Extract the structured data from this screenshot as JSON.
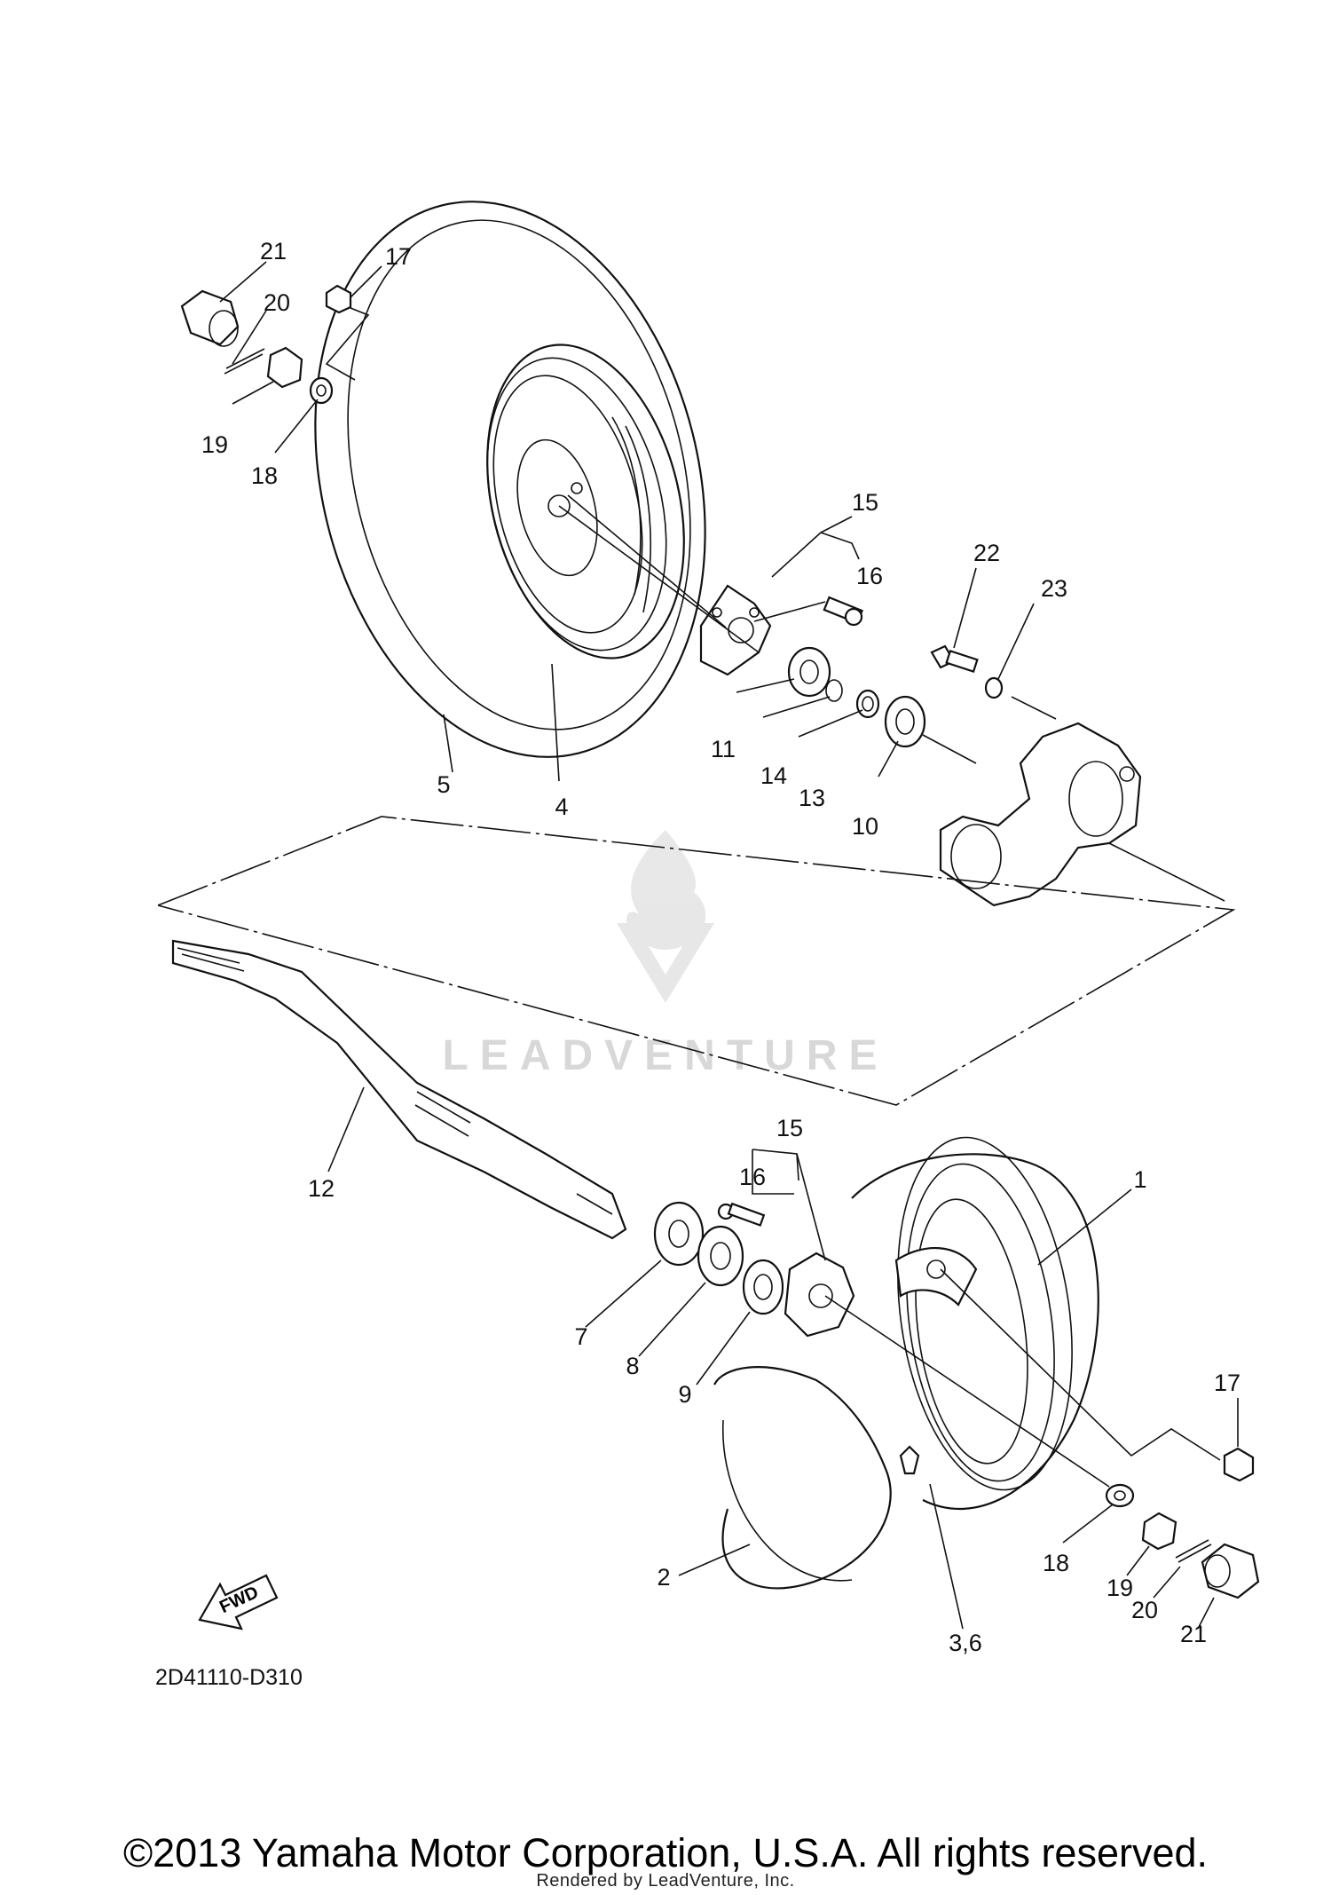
{
  "watermark": {
    "text": "LEADVENTURE",
    "color": "#d8d8d8"
  },
  "callouts": [
    "21",
    "17",
    "20",
    "19",
    "18",
    "15",
    "16",
    "22",
    "23",
    "11",
    "14",
    "13",
    "10",
    "5",
    "4",
    "12",
    "15",
    "16",
    "1",
    "7",
    "8",
    "9",
    "17",
    "2",
    "18",
    "19",
    "20",
    "21",
    "3,6"
  ],
  "fwd_label": "FWD",
  "drawing_code": "2D41110-D310",
  "copyright": "©2013 Yamaha Motor Corporation, U.S.A. All rights reserved.",
  "rendered_by": "Rendered by LeadVenture, Inc."
}
